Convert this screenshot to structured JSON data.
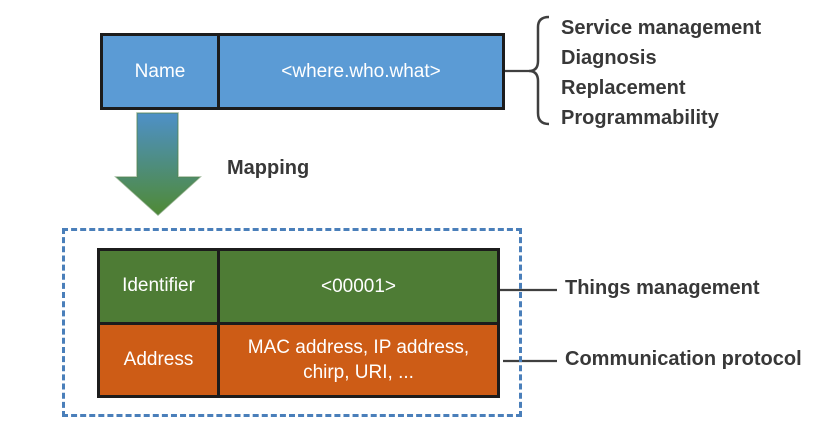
{
  "colors": {
    "box_blue": "#5b9bd5",
    "row_green": "#4e7c35",
    "row_orange": "#cd5c16",
    "dashed_border_blue": "#4a7fba",
    "arrow_top_blue": "#4e90c8",
    "arrow_bottom_green": "#4f8a35",
    "border_black": "#1c1c1c",
    "text_white": "#ffffff",
    "text_dark": "#383838"
  },
  "top_box": {
    "label": "Name",
    "value": "<where.who.what>"
  },
  "functions": [
    "Service management",
    "Diagnosis",
    "Replacement",
    "Programmability"
  ],
  "mapping": {
    "label": "Mapping"
  },
  "mapped_box": {
    "rows": [
      {
        "label": "Identifier",
        "value": "<00001>"
      },
      {
        "label": "Address",
        "value_line1": "MAC address, IP address,",
        "value_line2": "chirp, URI, ..."
      }
    ]
  },
  "annotations": [
    {
      "label": "Things management"
    },
    {
      "label": "Communication protocol"
    }
  ]
}
